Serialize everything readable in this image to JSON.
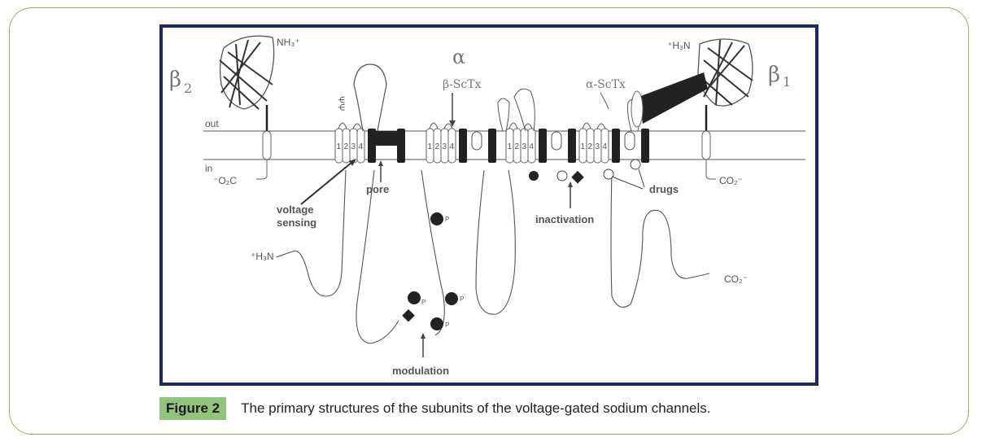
{
  "figure": {
    "labels": {
      "beta2": "β",
      "beta2_sub": "2",
      "beta1": "β",
      "beta1_sub": "1",
      "alpha": "α",
      "nh3_top": "NH₃⁺",
      "h3n_top": "⁺H₃N",
      "beta_sctx": "β-ScTx",
      "alpha_sctx": "α-ScTx",
      "out": "out",
      "in": "in",
      "o2c": "⁻O₂C",
      "co2_right": "CO₂⁻",
      "co2_tail": "CO₂⁻",
      "h3n_nterm": "⁺H₃N",
      "pore": "pore",
      "voltage": "voltage",
      "sensing": "sensing",
      "inactivation": "inactivation",
      "drugs": "drugs",
      "modulation": "modulation",
      "segment_numbers": [
        "1",
        "2",
        "3",
        "4"
      ],
      "phospho": "P"
    }
  },
  "caption": {
    "label": "Figure 2",
    "text": "The primary structures of the subunits of the voltage-gated sodium channels."
  },
  "colors": {
    "card_border": "#8fb46e",
    "frame_border": "#1e2a5a",
    "badge_bg": "#92c47f"
  }
}
